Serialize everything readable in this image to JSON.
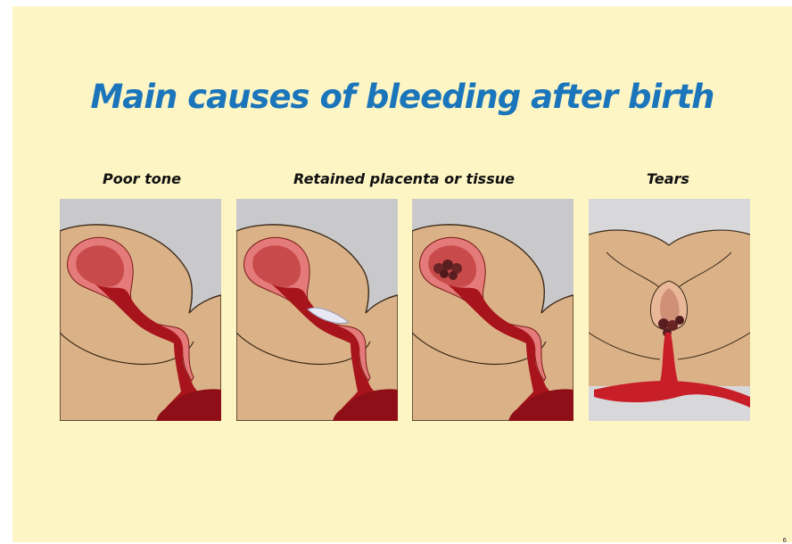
{
  "slide": {
    "title": "Main causes of bleeding after birth",
    "captions": {
      "poor_tone": "Poor tone",
      "retained": "Retained placenta or tissue",
      "tears": "Tears"
    },
    "page_number": "6"
  }
}
